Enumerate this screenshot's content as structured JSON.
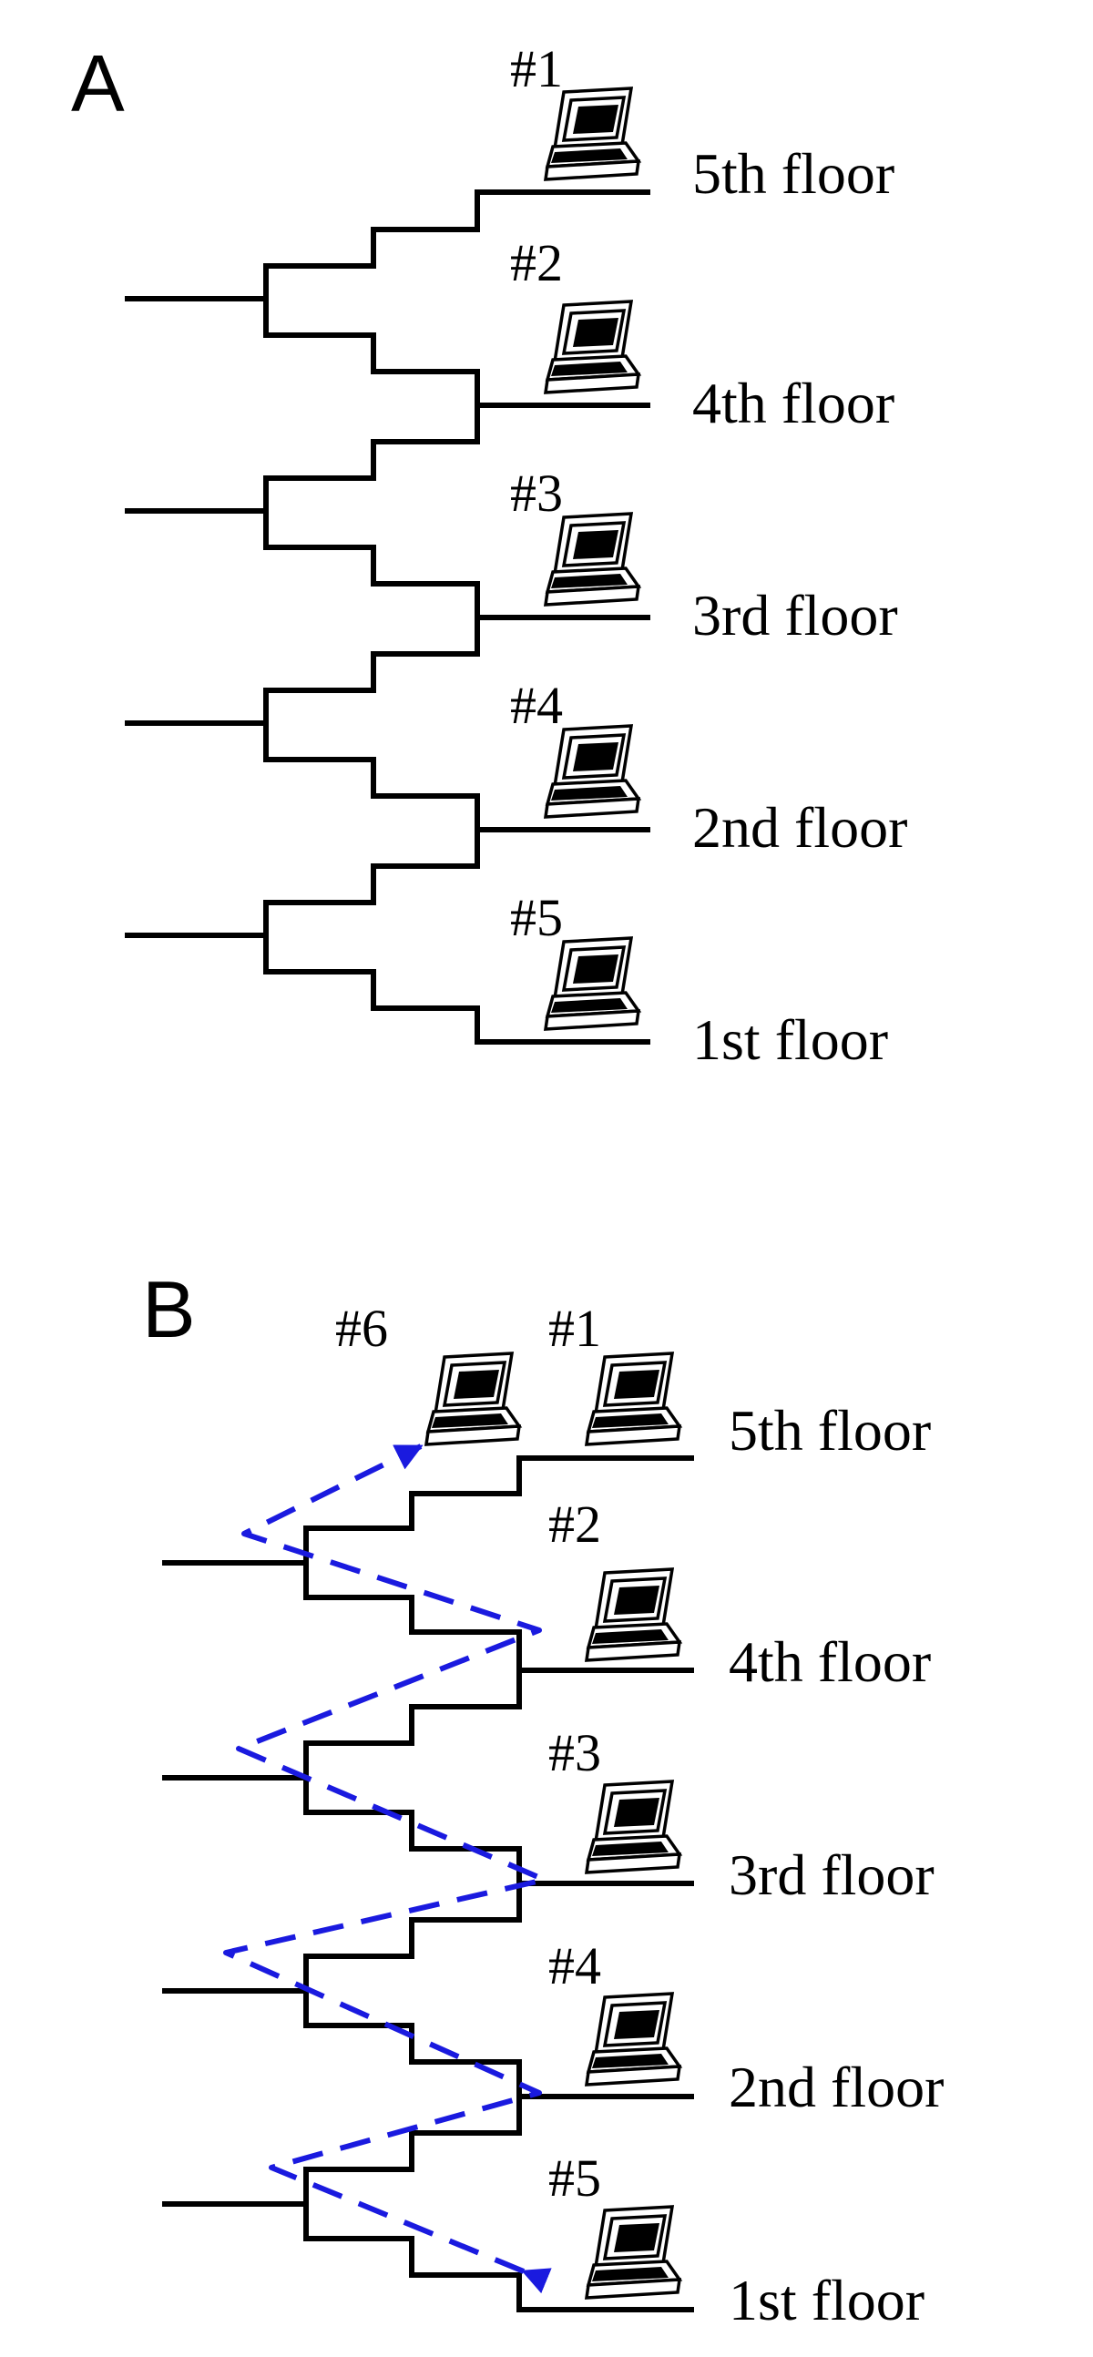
{
  "panels": {
    "A": {
      "label": "A",
      "floors": [
        "5th floor",
        "4th floor",
        "3rd floor",
        "2nd floor",
        "1st floor"
      ],
      "laptops": [
        "#1",
        "#2",
        "#3",
        "#4",
        "#5"
      ]
    },
    "B": {
      "label": "B",
      "floors": [
        "5th floor",
        "4th floor",
        "3rd floor",
        "2nd floor",
        "1st floor"
      ],
      "laptops": [
        "#6",
        "#1",
        "#2",
        "#3",
        "#4",
        "#5"
      ],
      "route_color": "#1a1adf"
    }
  }
}
